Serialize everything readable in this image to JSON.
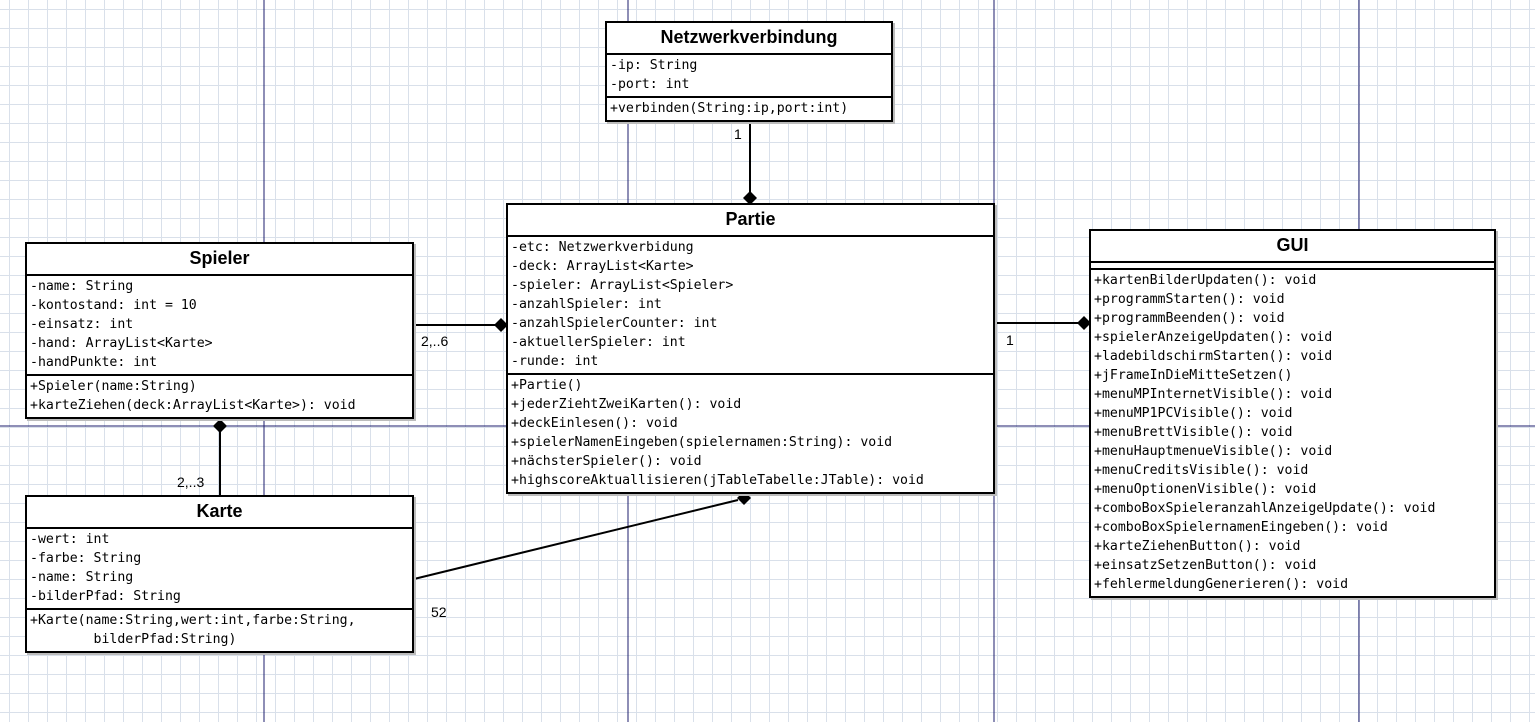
{
  "classes": {
    "netzwerk": {
      "name": "Netzwerkverbindung",
      "attributes": [
        "-ip: String",
        "-port: int"
      ],
      "methods": [
        "+verbinden(String:ip,port:int)"
      ]
    },
    "partie": {
      "name": "Partie",
      "attributes": [
        "-etc: Netzwerkverbidung",
        "-deck: ArrayList<Karte>",
        "-spieler: ArrayList<Spieler>",
        "-anzahlSpieler: int",
        "-anzahlSpielerCounter: int",
        "-aktuellerSpieler: int",
        "-runde: int"
      ],
      "methods": [
        "+Partie()",
        "+jederZiehtZweiKarten(): void",
        "+deckEinlesen(): void",
        "+spielerNamenEingeben(spielernamen:String): void",
        "+nächsterSpieler(): void",
        "+highscoreAktuallisieren(jTableTabelle:JTable): void"
      ]
    },
    "spieler": {
      "name": "Spieler",
      "attributes": [
        "-name: String",
        "-kontostand: int = 10",
        "-einsatz: int",
        "-hand: ArrayList<Karte>",
        "-handPunkte: int"
      ],
      "methods": [
        "+Spieler(name:String)",
        "+karteZiehen(deck:ArrayList<Karte>): void"
      ]
    },
    "karte": {
      "name": "Karte",
      "attributes": [
        "-wert: int",
        "-farbe: String",
        "-name: String",
        "-bilderPfad: String"
      ],
      "methods": [
        "+Karte(name:String,wert:int,farbe:String,",
        "        bilderPfad:String)"
      ]
    },
    "gui": {
      "name": "GUI",
      "attributes": [],
      "methods": [
        "+kartenBilderUpdaten(): void",
        "+programmStarten(): void",
        "+programmBeenden(): void",
        "+spielerAnzeigeUpdaten(): void",
        "+ladebildschirmStarten(): void",
        "+jFrameInDieMitteSetzen()",
        "+menuMPInternetVisible(): void",
        "+menuMP1PCVisible(): void",
        "+menuBrettVisible(): void",
        "+menuHauptmenueVisible(): void",
        "+menuCreditsVisible(): void",
        "+menuOptionenVisible(): void",
        "+comboBoxSpieleranzahlAnzeigeUpdate(): void",
        "+comboBoxSpielernamenEingeben(): void",
        "+karteZiehenButton(): void",
        "+einsatzSetzenButton(): void",
        "+fehlermeldungGenerieren(): void"
      ]
    }
  },
  "multiplicities": {
    "netzwerk_partie": "1",
    "spieler_partie": "2,..6",
    "spieler_karte": "2,..3",
    "karte_partie": "52",
    "gui_partie": "1"
  },
  "colors": {
    "background": "#ffffff",
    "grid": "#d9e0ea",
    "page_guide": "#1c1c6c",
    "line": "#000000"
  }
}
